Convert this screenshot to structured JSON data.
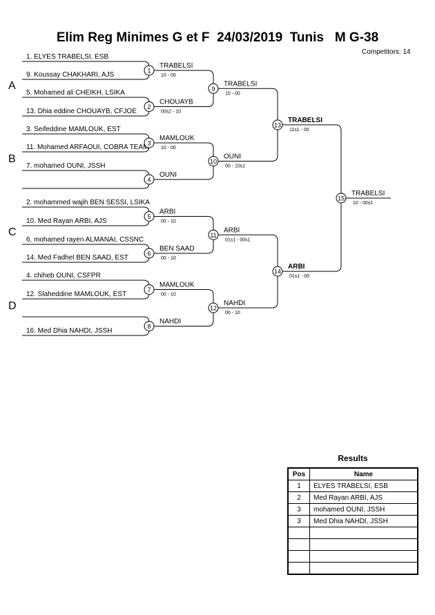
{
  "title": "Elim Reg Minimes G et F  24/03/2019  Tunis   M G-38",
  "competitors": "Competitors: 14",
  "pools": [
    "A",
    "B",
    "C",
    "D"
  ],
  "entries": [
    "1. ELYES TRABELSI, ESB",
    "9. Koussay CHAKHARI, AJS",
    "5. Mohamed ali CHEIKH, LSIKA",
    "13. Dhia eddine CHOUAYB, CFJOE",
    "3. Seifeddine MAMLOUK, EST",
    "11. Mohamed ARFAOUI, COBRA TEAM",
    "7. mohamed OUNI, JSSH",
    "",
    "2. mohammed wajih BEN SESSI, LSIKA",
    "10. Med Rayan ARBI, AJS",
    "6. mohamed rayen ALMANAI, CSSNC",
    "14. Med Fadhel BEN SAAD, EST",
    "4. chiheb OUNI, CSFPR",
    "12. Slaheddine MAMLOUK, EST",
    "",
    "16. Med Dhia NAHDI, JSSH"
  ],
  "matches": [
    {
      "num": "1",
      "winner": "TRABELSI",
      "score": "10 - 00"
    },
    {
      "num": "2",
      "winner": "CHOUAYB",
      "score": "00s2 - 10"
    },
    {
      "num": "3",
      "winner": "MAMLOUK",
      "score": "10 - 00"
    },
    {
      "num": "4",
      "winner": "OUNI",
      "score": ""
    },
    {
      "num": "5",
      "winner": "ARBI",
      "score": "00 - 10"
    },
    {
      "num": "6",
      "winner": "BEN SAAD",
      "score": "00 - 10"
    },
    {
      "num": "7",
      "winner": "MAMLOUK",
      "score": "00 - 10"
    },
    {
      "num": "8",
      "winner": "NAHDI",
      "score": ""
    },
    {
      "num": "9",
      "winner": "TRABELSI",
      "score": "10 - 00"
    },
    {
      "num": "10",
      "winner": "OUNI",
      "score": "00 - 10s1"
    },
    {
      "num": "11",
      "winner": "ARBI",
      "score": "01s1 - 00s1"
    },
    {
      "num": "12",
      "winner": "NAHDI",
      "score": "00 - 10"
    },
    {
      "num": "13",
      "winner": "TRABELSI",
      "score": "11s1 - 00"
    },
    {
      "num": "14",
      "winner": "ARBI",
      "score": "01s1 - 00"
    },
    {
      "num": "15",
      "winner": "TRABELSI",
      "score": "10 - 00s1"
    }
  ],
  "results": {
    "title": "Results",
    "headers": [
      "Pos",
      "Name"
    ],
    "rows": [
      {
        "pos": "1",
        "name": "ELYES TRABELSI, ESB"
      },
      {
        "pos": "2",
        "name": "Med Rayan ARBI, AJS"
      },
      {
        "pos": "3",
        "name": "mohamed OUNI, JSSH"
      },
      {
        "pos": "3",
        "name": "Med Dhia NAHDI, JSSH"
      },
      {
        "pos": "",
        "name": ""
      },
      {
        "pos": "",
        "name": ""
      },
      {
        "pos": "",
        "name": ""
      },
      {
        "pos": "",
        "name": ""
      }
    ]
  }
}
